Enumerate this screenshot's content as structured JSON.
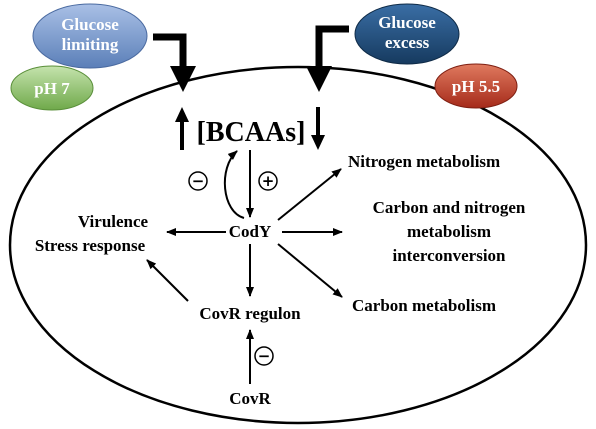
{
  "colors": {
    "glucose_limiting_fill": "#6f8fc4",
    "glucose_excess_fill": "#1f4e79",
    "ph7_fill": "#7fb95a",
    "ph55_fill": "#c0392b",
    "ink": "#000000"
  },
  "conditions": {
    "glucose_limiting": {
      "line1": "Glucose",
      "line2": "limiting"
    },
    "glucose_excess": {
      "line1": "Glucose",
      "line2": "excess"
    },
    "ph_neutral": "pH 7",
    "ph_acidic": "pH 5.5"
  },
  "nodes": {
    "bcaas": "[BCAAs]",
    "cody": "CodY",
    "covr_regulon": "CovR regulon",
    "covr": "CovR",
    "virulence": "Virulence",
    "stress_response": "Stress response",
    "nitrogen_metabolism": "Nitrogen metabolism",
    "carbon_nitrogen_line1": "Carbon and nitrogen",
    "carbon_nitrogen_line2": "metabolism",
    "carbon_nitrogen_line3": "interconversion",
    "carbon_metabolism": "Carbon metabolism"
  },
  "signs": {
    "negative": "−",
    "positive": "+"
  }
}
